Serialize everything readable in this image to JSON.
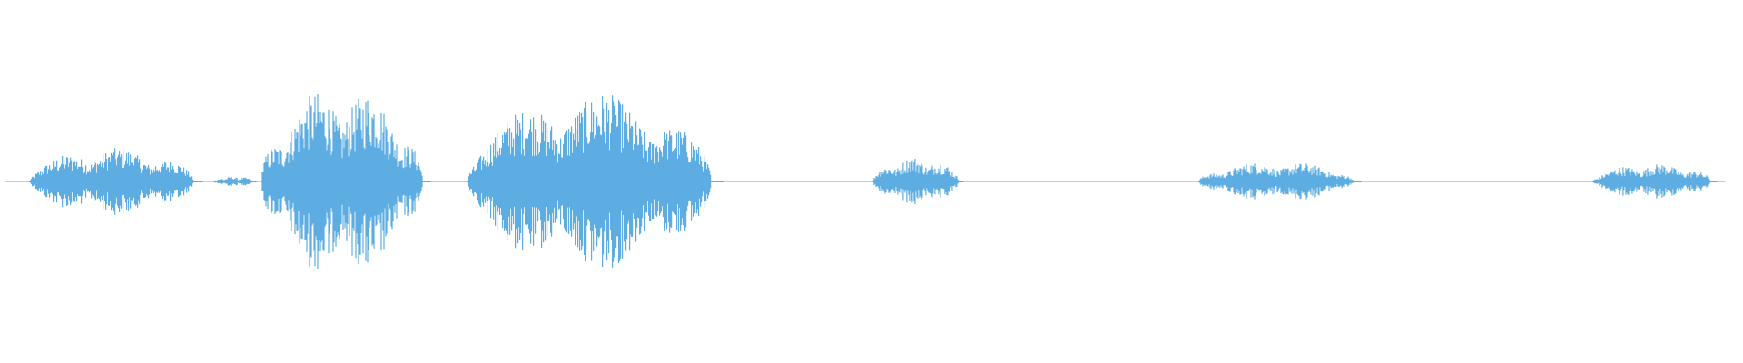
{
  "waveform": {
    "color": "#5dade2",
    "background": "#ffffff",
    "segments": [
      {
        "start": 0.017,
        "end": 0.116,
        "amplitude": 0.34
      },
      {
        "start": 0.123,
        "end": 0.147,
        "amplitude": 0.05
      },
      {
        "start": 0.15,
        "end": 0.247,
        "amplitude": 0.96
      },
      {
        "start": 0.268,
        "end": 0.415,
        "amplitude": 0.9
      },
      {
        "start": 0.501,
        "end": 0.553,
        "amplitude": 0.25
      },
      {
        "start": 0.688,
        "end": 0.781,
        "amplitude": 0.2
      },
      {
        "start": 0.914,
        "end": 0.985,
        "amplitude": 0.18
      }
    ]
  }
}
